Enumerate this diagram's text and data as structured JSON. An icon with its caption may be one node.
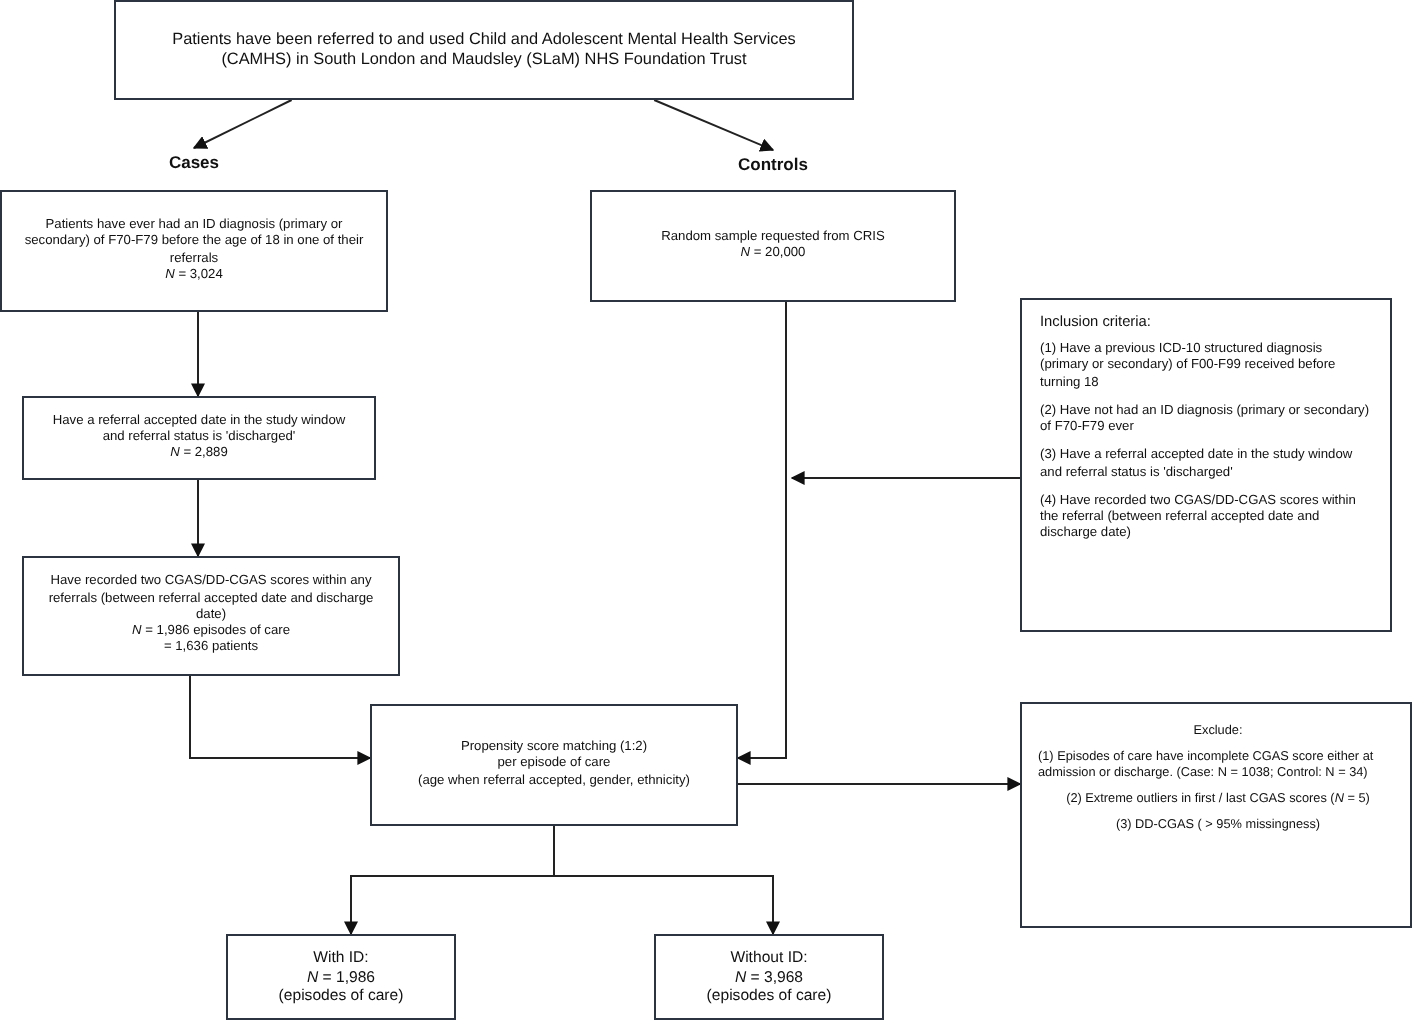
{
  "diagram": {
    "nodes": [
      {
        "text": [
          "Patients have been referred to and used Child and Adolescent Mental Health Services (CAMHS) in South London and Maudsley (SLaM) NHS Foundation Trust"
        ]
      },
      {
        "text": [
          "Cases",
          "Patients have ever had an ID diagnosis (primary or secondary) of F70-F79 before the age of 18 in one of their referrals",
          "*N* = 3,024"
        ]
      },
      {
        "text": [
          "Controls",
          "Random sample requested from CRIS",
          "*N* = 20,000"
        ]
      },
      {
        "text": [
          "Have a referral accepted date in the study window and referral status is 'discharged'",
          "*N* = 2,889"
        ]
      },
      {
        "text": [
          "Have recorded two CGAS/DD-CGAS scores within any referrals (between referral accepted date and discharge date)",
          "*N* = 1,986 episodes of care",
          "= 1,636 patients"
        ]
      },
      {
        "text": [
          "Inclusion criteria:",
          "(1) Have a previous ICD-10 structured diagnosis (primary or secondary) of F00-F99 received before turning 18",
          "(2) Have not had an ID diagnosis (primary or secondary) of F70-F79 ever",
          "(3) Have a referral accepted date in the study window and referral status is 'discharged'",
          "(4) Have recorded two CGAS/DD-CGAS scores within the referral (between referral accepted date and discharge date)"
        ]
      },
      {
        "text": [
          "Propensity score matching (1:2)",
          "per episode of care",
          "(age when referral accepted, gender, ethnicity)"
        ]
      },
      {
        "text": [
          "Exclude:",
          "(1) Episodes of care have incomplete CGAS score either at admission or discharge. (Case: N = 1038; Control: N = 34)",
          "(2) Extreme outliers in first / last CGAS scores (*N* = 5)",
          "(3) DD-CGAS ( > 95% missingness)"
        ]
      },
      {
        "text": [
          "With ID:",
          "*N* = 1,986",
          "(episodes of care)"
        ]
      },
      {
        "text": [
          "Without ID:",
          "*N* = 3,968",
          "(episodes of care)"
        ]
      }
    ],
    "edges": [
      {
        "from": 0,
        "to": 1,
        "arrow": "to"
      },
      {
        "from": 0,
        "to": 2,
        "arrow": "to"
      },
      {
        "from": 1,
        "to": 3,
        "arrow": "to"
      },
      {
        "from": 3,
        "to": 4,
        "arrow": "to"
      },
      {
        "from": 4,
        "to": 6,
        "arrow": "to"
      },
      {
        "from": 2,
        "to": 6,
        "arrow": "to"
      },
      {
        "from": 5,
        "to": 6,
        "arrow": "to"
      },
      {
        "from": 6,
        "to": 7,
        "arrow": "to"
      },
      {
        "from": 6,
        "to": 8,
        "arrow": "to"
      },
      {
        "from": 6,
        "to": 9,
        "arrow": "to"
      }
    ]
  }
}
